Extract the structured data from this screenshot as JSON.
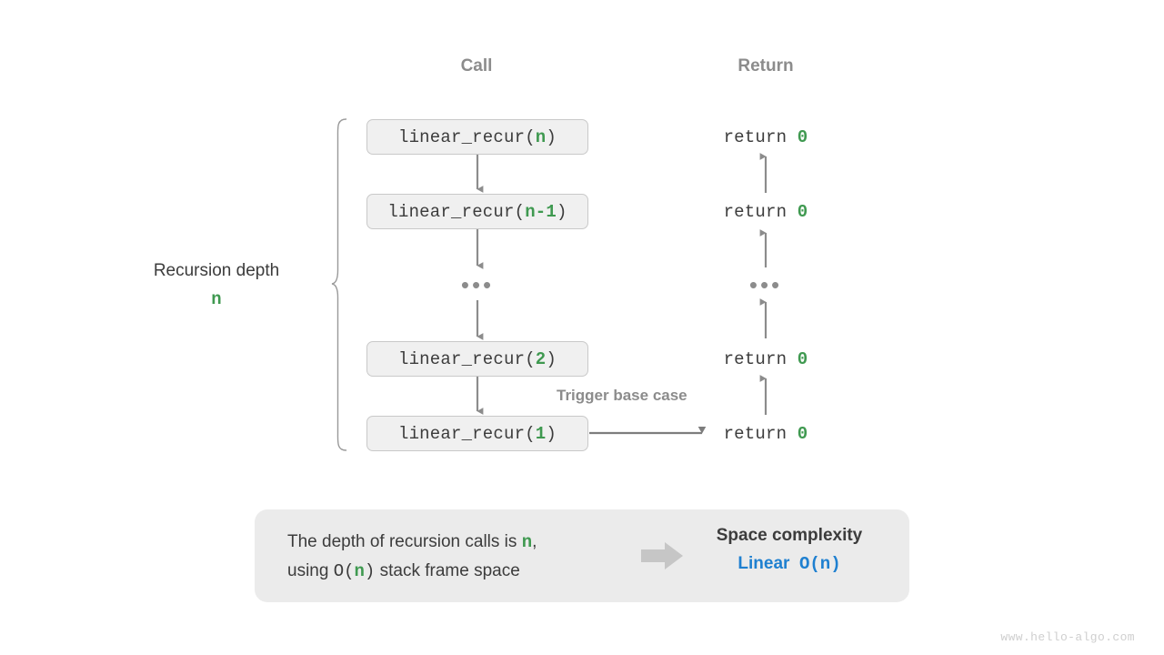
{
  "columns": {
    "call_header": "Call",
    "return_header": "Return"
  },
  "depth": {
    "label": "Recursion depth",
    "value": "n"
  },
  "call_stack": [
    {
      "prefix": "linear_recur(",
      "arg": "n",
      "suffix": ")"
    },
    {
      "prefix": "linear_recur(",
      "arg": "n-1",
      "suffix": ")"
    },
    {
      "prefix": "linear_recur(",
      "arg": "2",
      "suffix": ")"
    },
    {
      "prefix": "linear_recur(",
      "arg": "1",
      "suffix": ")"
    }
  ],
  "returns": [
    {
      "text": "return ",
      "value": "0"
    },
    {
      "text": "return ",
      "value": "0"
    },
    {
      "text": "return ",
      "value": "0"
    },
    {
      "text": "return ",
      "value": "0"
    }
  ],
  "ellipsis": "•••",
  "trigger_label": "Trigger base case",
  "summary": {
    "line1_a": "The depth of recursion calls is ",
    "line1_n": "n",
    "line1_b": ",",
    "line2_a": "using ",
    "line2_o": "O(",
    "line2_n": "n",
    "line2_c": ")",
    "line2_b": " stack frame space",
    "arrow_icon": "thick-right-arrow",
    "title": "Space complexity",
    "value_word": "Linear",
    "value_bigo": "O(n)"
  },
  "watermark": "www.hello-algo.com",
  "colors": {
    "green": "#3f9950",
    "blue": "#1f80d0",
    "gray_text": "#8c8c8c",
    "dark_text": "#3c3c3c",
    "box_fill": "#f0f0f0",
    "box_border": "#c9c9c9",
    "panel_fill": "#ebebeb",
    "arrow": "#8c8c8c",
    "fat_arrow": "#c6c6c6"
  }
}
